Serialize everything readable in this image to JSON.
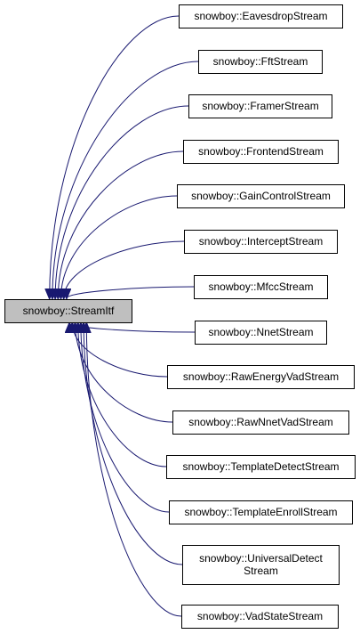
{
  "colors": {
    "edge": "#191970",
    "node_border": "#000000",
    "node_fill": "#ffffff",
    "base_fill": "#bfbfbf",
    "text": "#000000"
  },
  "base": {
    "lines": [
      "snowboy::StreamItf"
    ]
  },
  "derived": [
    {
      "lines": [
        "snowboy::EavesdropStream"
      ]
    },
    {
      "lines": [
        "snowboy::FftStream"
      ]
    },
    {
      "lines": [
        "snowboy::FramerStream"
      ]
    },
    {
      "lines": [
        "snowboy::FrontendStream"
      ]
    },
    {
      "lines": [
        "snowboy::GainControlStream"
      ]
    },
    {
      "lines": [
        "snowboy::InterceptStream"
      ]
    },
    {
      "lines": [
        "snowboy::MfccStream"
      ]
    },
    {
      "lines": [
        "snowboy::NnetStream"
      ]
    },
    {
      "lines": [
        "snowboy::RawEnergyVadStream"
      ]
    },
    {
      "lines": [
        "snowboy::RawNnetVadStream"
      ]
    },
    {
      "lines": [
        "snowboy::TemplateDetectStream"
      ]
    },
    {
      "lines": [
        "snowboy::TemplateEnrollStream"
      ]
    },
    {
      "lines": [
        "snowboy::UniversalDetect",
        "Stream"
      ]
    },
    {
      "lines": [
        "snowboy::VadStateStream"
      ]
    }
  ]
}
